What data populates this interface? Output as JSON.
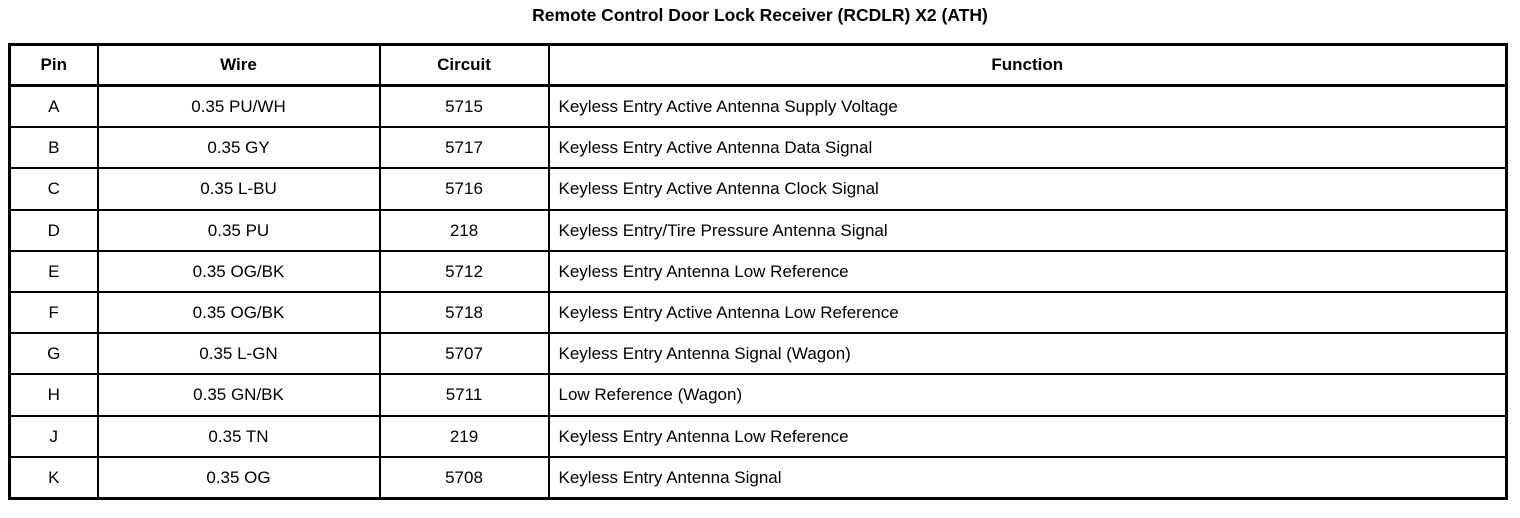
{
  "document": {
    "title": "Remote Control Door Lock Receiver (RCDLR) X2 (ATH)"
  },
  "table": {
    "columns": [
      {
        "key": "pin",
        "label": "Pin"
      },
      {
        "key": "wire",
        "label": "Wire"
      },
      {
        "key": "circuit",
        "label": "Circuit"
      },
      {
        "key": "function",
        "label": "Function"
      }
    ],
    "rows": [
      {
        "pin": "A",
        "wire": "0.35 PU/WH",
        "circuit": "5715",
        "function": "Keyless Entry Active Antenna Supply Voltage"
      },
      {
        "pin": "B",
        "wire": "0.35 GY",
        "circuit": "5717",
        "function": "Keyless Entry Active Antenna Data Signal"
      },
      {
        "pin": "C",
        "wire": "0.35 L-BU",
        "circuit": "5716",
        "function": "Keyless Entry Active Antenna Clock Signal"
      },
      {
        "pin": "D",
        "wire": "0.35 PU",
        "circuit": "218",
        "function": "Keyless Entry/Tire Pressure Antenna Signal"
      },
      {
        "pin": "E",
        "wire": "0.35 OG/BK",
        "circuit": "5712",
        "function": "Keyless Entry Antenna Low Reference"
      },
      {
        "pin": "F",
        "wire": "0.35 OG/BK",
        "circuit": "5718",
        "function": "Keyless Entry Active Antenna Low Reference"
      },
      {
        "pin": "G",
        "wire": "0.35 L-GN",
        "circuit": "5707",
        "function": "Keyless Entry Antenna Signal (Wagon)"
      },
      {
        "pin": "H",
        "wire": "0.35 GN/BK",
        "circuit": "5711",
        "function": "Low Reference (Wagon)"
      },
      {
        "pin": "J",
        "wire": "0.35 TN",
        "circuit": "219",
        "function": "Keyless Entry Antenna Low Reference"
      },
      {
        "pin": "K",
        "wire": "0.35 OG",
        "circuit": "5708",
        "function": "Keyless Entry Antenna Signal"
      }
    ]
  },
  "colors": {
    "text": "#000000",
    "background": "#ffffff",
    "border": "#000000"
  }
}
